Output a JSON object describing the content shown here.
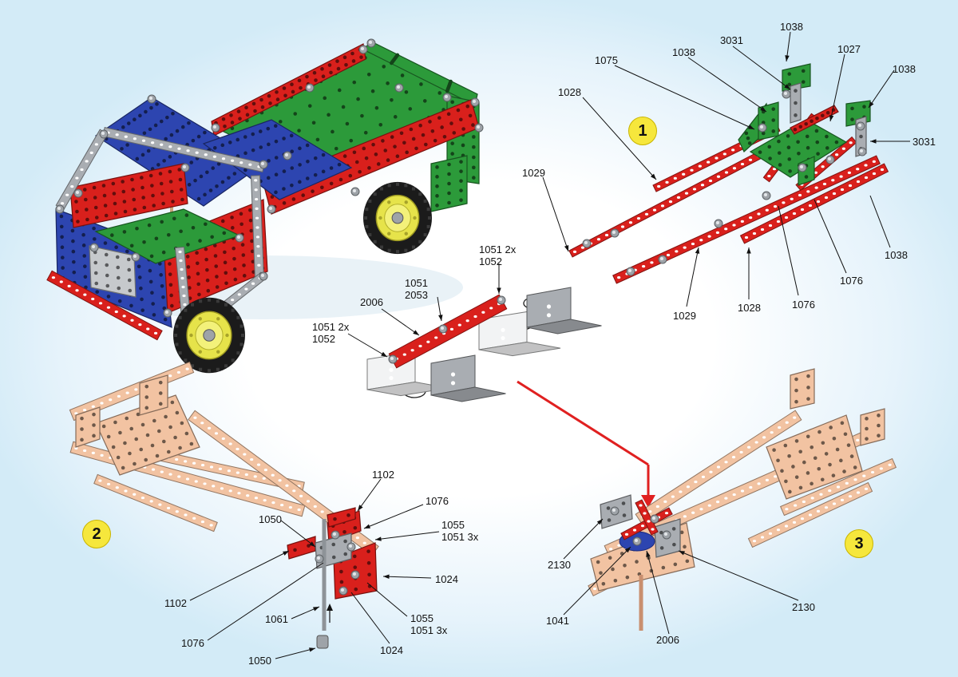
{
  "steps": [
    {
      "number": "1"
    },
    {
      "number": "2"
    },
    {
      "number": "3"
    }
  ],
  "labels": {
    "s1": [
      "1038",
      "3031",
      "1027",
      "1075",
      "1038",
      "1038",
      "1028",
      "3031",
      "1029",
      "1038",
      "1076",
      "1029",
      "1028",
      "1076"
    ],
    "detail": [
      "1051 2x\n1052",
      "1051\n2053",
      "2006",
      "1051 2x\n1052"
    ],
    "s2": [
      "1102",
      "1076",
      "1050",
      "1055\n1051 3x",
      "1024",
      "1102",
      "1061",
      "1055\n1051 3x",
      "1076",
      "1024",
      "1050"
    ],
    "s3": [
      "2130",
      "2130",
      "1041",
      "2006"
    ]
  },
  "colors": {
    "red": "#d9201c",
    "green": "#2c9a3a",
    "blue": "#2d45b0",
    "grey": "#a9adb2",
    "copper": "#f2c3a2",
    "yellow": "#f6e73c",
    "arrow": "#e02020"
  }
}
